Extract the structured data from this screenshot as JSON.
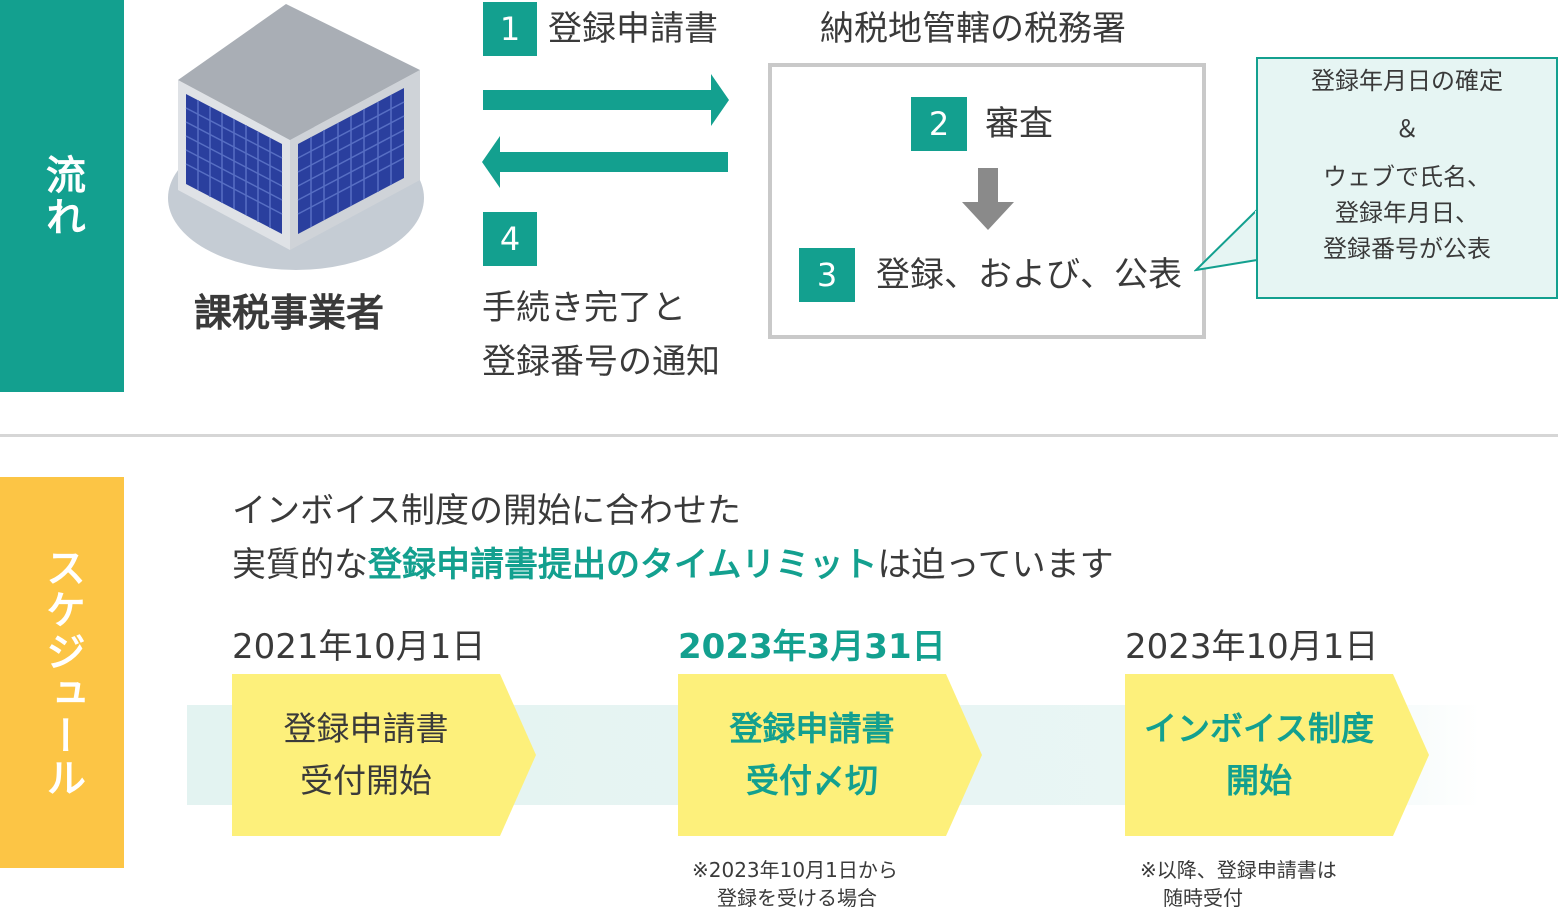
{
  "colors": {
    "teal": "#13a08f",
    "yellow_tab": "#fcc545",
    "pentagon": "#fdf07b",
    "bubble_bg": "#e6f5f3",
    "band": "#eaf6f5"
  },
  "flow": {
    "tab_label": "流れ",
    "business": {
      "icon": "office-building-icon",
      "label": "課税事業者"
    },
    "steps": [
      {
        "num": "1",
        "label": "登録申請書"
      },
      {
        "num": "2",
        "label": "審査"
      },
      {
        "num": "3",
        "label": "登録、および、公表"
      },
      {
        "num": "4",
        "lines": [
          "手続き完了と",
          "登録番号の通知"
        ]
      }
    ],
    "tax_office_title": "納税地管轄の税務署",
    "bubble_lines": [
      "登録年月日の確定",
      "＆",
      "ウェブで氏名、",
      "登録年月日、",
      "登録番号が公表"
    ]
  },
  "schedule": {
    "tab_label": "スケジュール",
    "intro_line1": "インボイス制度の開始に合わせた",
    "intro_line2_prefix": "実質的な",
    "intro_line2_highlight": "登録申請書提出のタイムリミット",
    "intro_line2_suffix": "は迫っています",
    "milestones": [
      {
        "date": "2021年10月1日",
        "lines": [
          "登録申請書",
          "受付開始"
        ],
        "notes": []
      },
      {
        "date": "2023年3月31日",
        "lines": [
          "登録申請書",
          "受付〆切"
        ],
        "notes": [
          "※2023年10月1日から",
          "登録を受ける場合"
        ]
      },
      {
        "date": "2023年10月1日",
        "lines": [
          "インボイス制度",
          "開始"
        ],
        "notes": [
          "※以降、登録申請書は",
          "随時受付"
        ]
      }
    ]
  }
}
